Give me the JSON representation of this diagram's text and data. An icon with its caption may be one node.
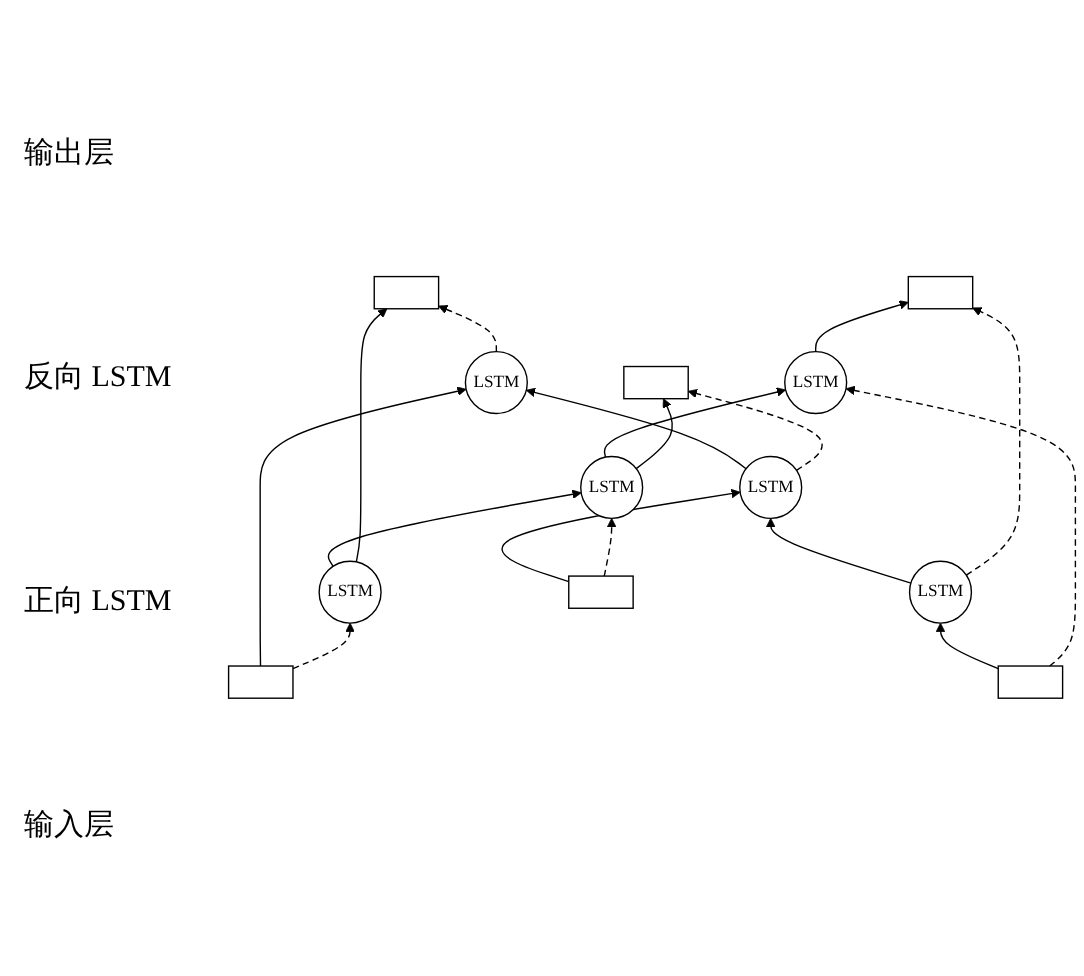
{
  "diagram": {
    "nodes": [
      {
        "text": [],
        "shape": "box"
      },
      {
        "text": [],
        "shape": "box"
      },
      {
        "text": [],
        "shape": "box"
      },
      {
        "text": [
          "LSTM"
        ]
      },
      {
        "text": [
          "LSTM"
        ]
      },
      {
        "text": [
          "LSTM"
        ]
      },
      {
        "text": [
          "LSTM"
        ]
      },
      {
        "text": [
          "LSTM"
        ]
      },
      {
        "text": [
          "LSTM"
        ]
      },
      {
        "text": [],
        "shape": "box"
      },
      {
        "text": [],
        "shape": "box"
      },
      {
        "text": [],
        "shape": "box"
      }
    ],
    "edges": [
      {
        "from": 9,
        "to": 6,
        "arrow": "to"
      },
      {
        "from": 10,
        "to": 7,
        "arrow": "to"
      },
      {
        "from": 11,
        "to": 8,
        "arrow": "to"
      },
      {
        "from": 9,
        "to": 3,
        "arrow": "to",
        "style": "dashed"
      },
      {
        "from": 10,
        "to": 4,
        "arrow": "to",
        "style": "dashed"
      },
      {
        "from": 11,
        "to": 5,
        "arrow": "to",
        "style": "dashed"
      },
      {
        "from": 6,
        "to": 7,
        "arrow": "to"
      },
      {
        "from": 7,
        "to": 8,
        "arrow": "to"
      },
      {
        "from": 5,
        "to": 4,
        "arrow": "to"
      },
      {
        "from": 4,
        "to": 3,
        "arrow": "to"
      },
      {
        "from": 3,
        "to": 0,
        "arrow": "to"
      },
      {
        "from": 4,
        "to": 1,
        "arrow": "to"
      },
      {
        "from": 5,
        "to": 2,
        "arrow": "to"
      },
      {
        "from": 6,
        "to": 0,
        "arrow": "to",
        "style": "dashed"
      },
      {
        "from": 7,
        "to": 1,
        "arrow": "to",
        "style": "dashed"
      },
      {
        "from": 8,
        "to": 2,
        "arrow": "to",
        "style": "dashed"
      }
    ],
    "labels": [
      "输出层",
      "反向 LSTM",
      "正向 LSTM",
      "输入层"
    ]
  }
}
